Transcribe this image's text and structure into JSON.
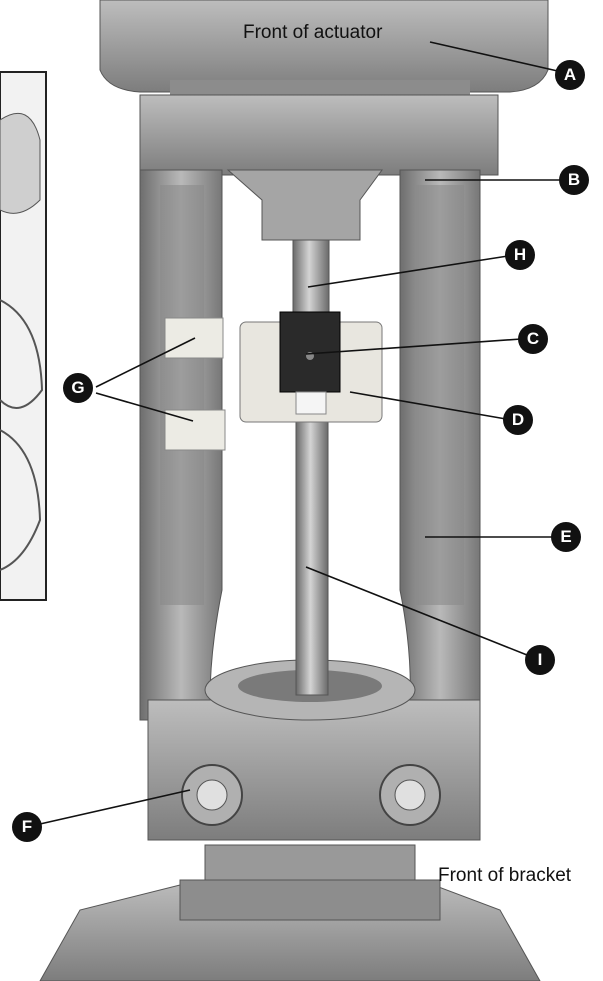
{
  "captions": {
    "top": "Front of actuator",
    "bottom": "Front of bracket"
  },
  "callouts": {
    "A": "A",
    "B": "B",
    "C": "C",
    "D": "D",
    "E": "E",
    "F": "F",
    "G": "G",
    "H": "H",
    "I": "I"
  },
  "colors": {
    "badge": "#111111",
    "metal": "#9a9a9a",
    "plastic": "#e8e6df"
  }
}
